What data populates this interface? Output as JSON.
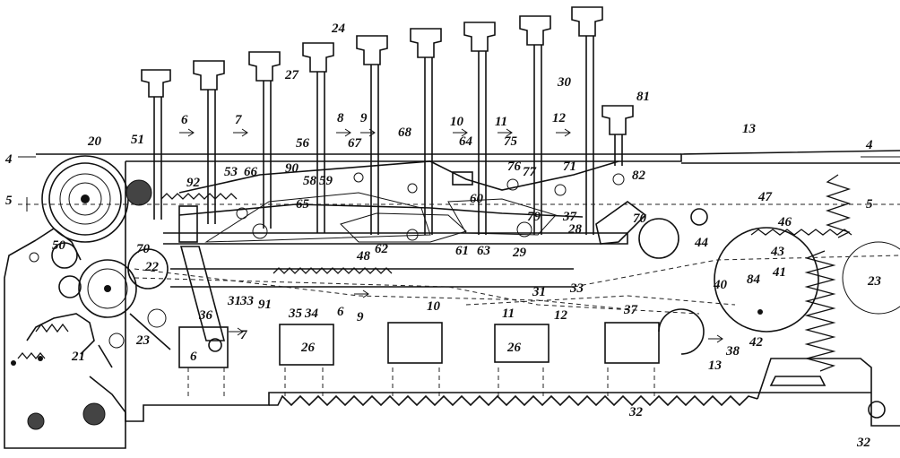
{
  "labels": {
    "l24": "24",
    "l27": "27",
    "l30": "30",
    "l81": "81",
    "l20": "20",
    "l51": "51",
    "l6a": "6",
    "l7a": "7",
    "l8a": "8",
    "l9a": "9",
    "l10a": "10",
    "l11a": "11",
    "l12a": "12",
    "l56": "56",
    "l67": "67",
    "l68": "68",
    "l64": "64",
    "l75": "75",
    "l76": "76",
    "l77": "77",
    "l71": "71",
    "l82": "82",
    "l13a": "13",
    "l4a": "4",
    "l4b": "4",
    "l5a": "5",
    "l5b": "5",
    "l92": "92",
    "l53": "53",
    "l66": "66",
    "l90": "90",
    "l58": "58",
    "l59": "59",
    "l65": "65",
    "l60": "60",
    "l79": "79",
    "l37a": "37",
    "l28": "28",
    "l70a": "70",
    "l70b": "70",
    "l47": "47",
    "l46": "46",
    "l44": "44",
    "l43": "43",
    "l50": "50",
    "l22": "22",
    "l48": "48",
    "l62": "62",
    "l61": "61",
    "l63": "63",
    "l29": "29",
    "l84": "84",
    "l41": "41",
    "l40": "40",
    "l23a": "23",
    "l23b": "23",
    "l33a": "33",
    "l31a": "31",
    "l91": "91",
    "l35": "35",
    "l34": "34",
    "l6b": "6",
    "l9b": "9",
    "l10b": "10",
    "l11b": "11",
    "l12b": "12",
    "l31b": "31",
    "l33b": "33",
    "l37b": "37",
    "l36": "36",
    "l7b": "7",
    "l26a": "26",
    "l26b": "26",
    "l38": "38",
    "l42": "42",
    "l13b": "13",
    "l21": "21",
    "l6c": "6",
    "l32a": "32",
    "l32b": "32"
  }
}
